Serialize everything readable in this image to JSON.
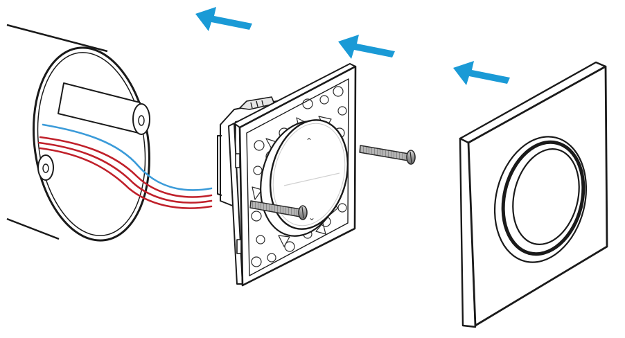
{
  "diagram": {
    "type": "exploded-installation-view",
    "colors": {
      "arrow": "#1a9ad6",
      "outline": "#1a1a1a",
      "wire_red": "#c0202a",
      "wire_blue": "#3b9bd9",
      "screw": "#9a9a9a",
      "fill": "#ffffff"
    },
    "arrow_direction": "left",
    "arrow_count": 3,
    "wire_count": 4,
    "wire_colors": [
      "blue",
      "red",
      "red",
      "red"
    ],
    "screw_count": 2,
    "dial_symbols": {
      "up": "⌃",
      "down": "⌄"
    },
    "parts": [
      "wall-box",
      "switch-mechanism",
      "mounting-screws",
      "cover-frame"
    ]
  }
}
